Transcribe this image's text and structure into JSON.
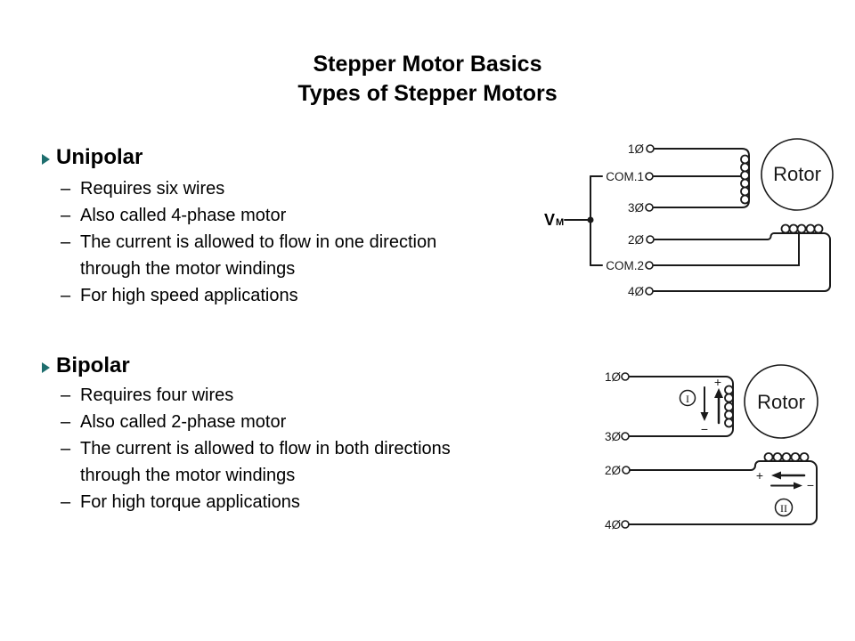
{
  "slide": {
    "title_line1": "Stepper Motor Basics",
    "title_line2": "Types of Stepper Motors"
  },
  "list_marker": "–",
  "colors": {
    "bullet_accent": "#1E6E6E",
    "line": "#1a1a1a",
    "text": "#000000"
  },
  "sections": {
    "unipolar": {
      "heading": "Unipolar",
      "bullets": [
        "Requires six wires",
        "Also called 4-phase motor",
        "The current is allowed to flow in one direction\nthrough the motor windings",
        "For high speed applications"
      ]
    },
    "bipolar": {
      "heading": "Bipolar",
      "bullets": [
        "Requires four wires",
        "Also called 2-phase motor",
        "The current is allowed to flow in both directions\nthrough the motor windings",
        "For high torque applications"
      ]
    }
  },
  "unipolar_diagram": {
    "supply": "V",
    "supply_sub": "M",
    "terminals": {
      "t1": "1Ø",
      "com1": "COM.1",
      "t3": "3Ø",
      "t2": "2Ø",
      "com2": "COM.2",
      "t4": "4Ø"
    },
    "rotor": "Rotor"
  },
  "bipolar_diagram": {
    "terminals": {
      "t1": "1Ø",
      "t3": "3Ø",
      "t2": "2Ø",
      "t4": "4Ø"
    },
    "winding1": "I",
    "winding2": "II",
    "plus": "+",
    "minus": "−",
    "rotor": "Rotor"
  }
}
